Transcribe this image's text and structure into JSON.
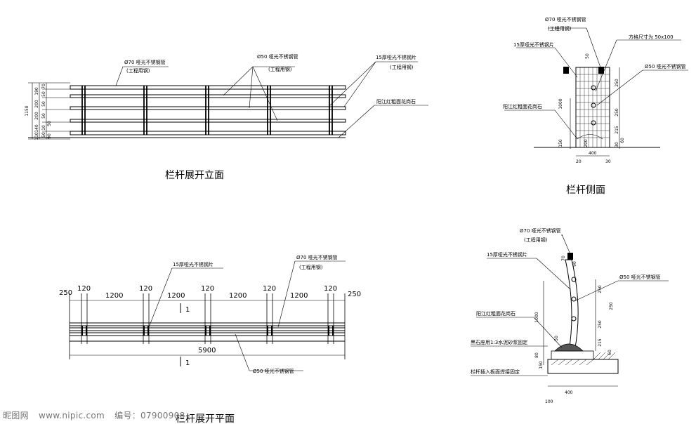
{
  "views": {
    "elevation": {
      "title": "栏杆展开立面",
      "label_tube70": "Ø70 哑光不锈钢管",
      "label_tube70_sub": "(工程用钢)",
      "label_tube50": "Ø50 哑光不锈钢管",
      "label_tube50_sub": "(工程用钢)",
      "label_plate": "15厚哑光不锈钢片",
      "label_plate_sub": "(工程用钢)",
      "label_granite": "阳江红粗面花岗石",
      "dim_total": "1150",
      "dims_left": [
        "70",
        "50",
        "190",
        "50",
        "200",
        "200",
        "50",
        "140",
        "10",
        "110",
        "50",
        "50",
        "90"
      ]
    },
    "side": {
      "title": "栏杆侧面",
      "label_tube70": "Ø70 哑光不锈钢管",
      "label_tube70_sub": "(工程用钢)",
      "label_plate": "15厚哑光不锈钢片",
      "label_grid": "方格尺寸为 50x100",
      "label_tube50": "Ø50 哑光不锈钢管",
      "label_granite": "阳江红粗面花岗石",
      "dims": [
        "50",
        "250",
        "250",
        "215",
        "30",
        "60",
        "1000",
        "150",
        "400",
        "20",
        "30",
        "200"
      ]
    },
    "plan": {
      "title": "栏杆展开平面",
      "label_plate": "15厚哑光不锈钢片",
      "label_tube70": "Ø70 哑光不锈钢管",
      "label_tube70_sub": "(工程用钢)",
      "label_tube50": "Ø50 哑光不锈钢管",
      "top_dims": [
        "250",
        "120",
        "1200",
        "120",
        "1200",
        "120",
        "1200",
        "120",
        "1200",
        "120",
        "250"
      ],
      "total": "5900",
      "section_mark": "1"
    },
    "section": {
      "label_tube70": "Ø70 哑光不锈钢管",
      "label_tube70_sub": "(工程用钢)",
      "label_plate": "15厚哑光不锈钢片",
      "label_tube50": "Ø50 哑光不锈钢管",
      "label_granite": "阳江红粗面花岗石",
      "label_mortar": "黑石座用1:3水泥砂浆固定",
      "label_insert": "栏杆插入板面焊接固定",
      "dims": [
        "70",
        "90",
        "250",
        "250",
        "250",
        "215",
        "1000",
        "50",
        "60",
        "80",
        "150",
        "400",
        "100"
      ]
    }
  },
  "watermark": {
    "site": "昵图网",
    "url": "www.nipic.com",
    "id_label": "编号：07900908"
  }
}
